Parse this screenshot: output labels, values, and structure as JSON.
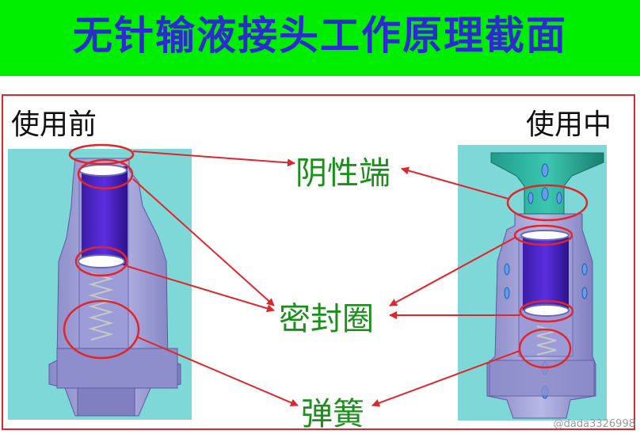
{
  "title": "无针输液接头工作原理截面",
  "left_label": "使用前",
  "right_label": "使用中",
  "parts": {
    "female_end": "阴性端",
    "seal_ring": "密封圈",
    "spring": "弹簧"
  },
  "watermark": "@dada3326998",
  "colors": {
    "title_bar": "#00ee00",
    "title_text": "#2b2bd0",
    "frame": "#e0262b",
    "arrow": "#e0262b",
    "label": "#1a8f1a",
    "panel_bg": "#7fd8d8"
  }
}
